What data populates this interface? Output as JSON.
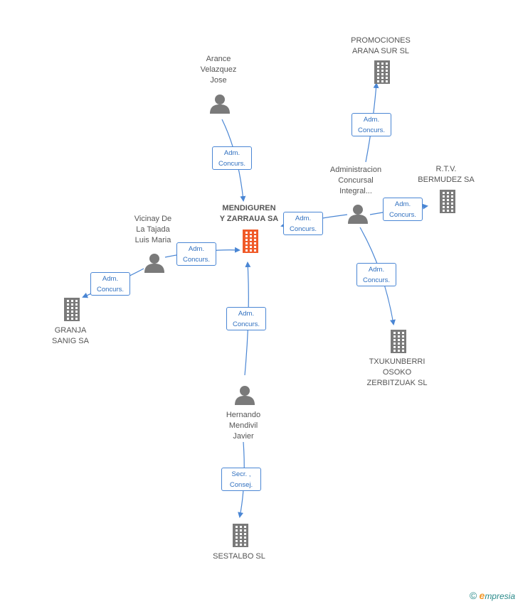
{
  "nodes": [
    {
      "id": "mendiguren",
      "type": "company",
      "center": true,
      "lines": [
        "MENDIGUREN",
        "Y ZARRAUA SA"
      ]
    },
    {
      "id": "arance",
      "type": "person",
      "lines": [
        "Arance",
        "Velazquez",
        "Jose"
      ]
    },
    {
      "id": "vicinay",
      "type": "person",
      "lines": [
        "Vicinay De",
        "La Tajada",
        "Luis Maria"
      ]
    },
    {
      "id": "granja",
      "type": "company",
      "lines": [
        "GRANJA",
        "SANIG SA"
      ]
    },
    {
      "id": "hernando",
      "type": "person",
      "lines": [
        "Hernando",
        "Mendivil",
        "Javier"
      ]
    },
    {
      "id": "sestalbo",
      "type": "company",
      "lines": [
        "SESTALBO SL"
      ]
    },
    {
      "id": "admin",
      "type": "person",
      "lines": [
        "Administracion",
        "Concursal",
        "Integral..."
      ]
    },
    {
      "id": "promociones",
      "type": "company",
      "lines": [
        "PROMOCIONES",
        "ARANA SUR SL"
      ]
    },
    {
      "id": "rtv",
      "type": "company",
      "lines": [
        "R.T.V.",
        "BERMUDEZ SA"
      ]
    },
    {
      "id": "txukunberri",
      "type": "company",
      "lines": [
        "TXUKUNBERRI",
        "OSOKO",
        "ZERBITZUAK SL"
      ]
    }
  ],
  "relations": [
    {
      "from": "arance",
      "to": "mendiguren",
      "lines": [
        "Adm.",
        "Concurs."
      ]
    },
    {
      "from": "vicinay",
      "to": "mendiguren",
      "lines": [
        "Adm.",
        "Concurs."
      ]
    },
    {
      "from": "vicinay",
      "to": "granja",
      "lines": [
        "Adm.",
        "Concurs."
      ]
    },
    {
      "from": "hernando",
      "to": "mendiguren",
      "lines": [
        "Adm.",
        "Concurs."
      ]
    },
    {
      "from": "hernando",
      "to": "sestalbo",
      "lines": [
        "Secr. ,",
        "Consej."
      ]
    },
    {
      "from": "admin",
      "to": "mendiguren",
      "lines": [
        "Adm.",
        "Concurs."
      ]
    },
    {
      "from": "admin",
      "to": "promociones",
      "lines": [
        "Adm.",
        "Concurs."
      ]
    },
    {
      "from": "admin",
      "to": "rtv",
      "lines": [
        "Adm.",
        "Concurs."
      ]
    },
    {
      "from": "admin",
      "to": "txukunberri",
      "lines": [
        "Adm.",
        "Concurs."
      ]
    }
  ],
  "colors": {
    "center_company": "#f05a28",
    "company": "#7a7a7a",
    "person": "#7a7a7a",
    "edge": "#4a86d4",
    "badge_text": "#2f6fbf"
  },
  "footer": {
    "copyright": "©",
    "brand_initial": "e",
    "brand_rest": "mpresia"
  }
}
